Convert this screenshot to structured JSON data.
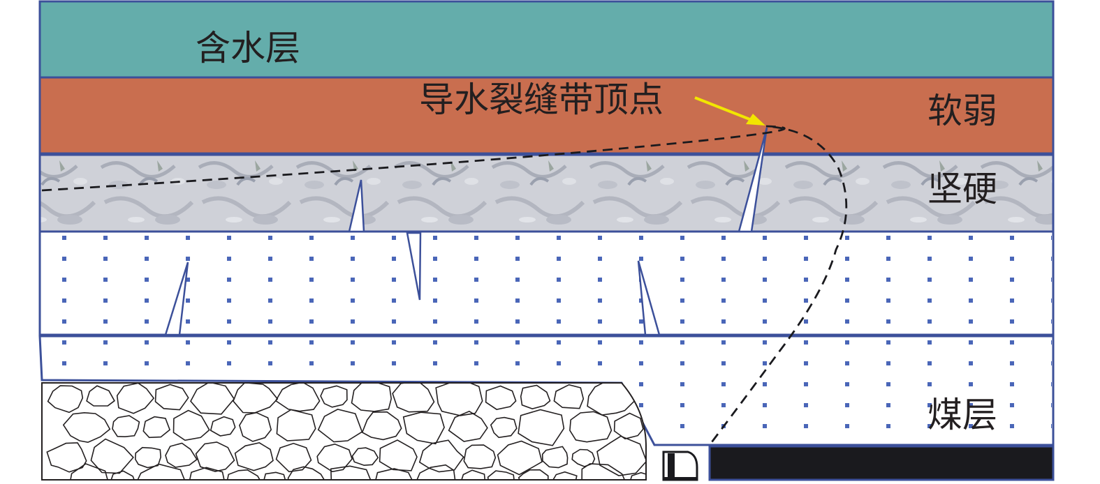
{
  "labels": {
    "aquifer": "含水层",
    "fracture_zone_apex": "导水裂缝带顶点",
    "soft_layer": "软弱",
    "hard_layer": "坚硬",
    "coal_seam": "煤层"
  },
  "colors": {
    "aquifer": "#64adab",
    "soft_layer": "#c96e4f",
    "hard_layer": "#c9cbd2",
    "border": "#3c509a",
    "dots": "#4a66b8",
    "arrow": "#f2e600",
    "coal": "#1a1a1e"
  }
}
